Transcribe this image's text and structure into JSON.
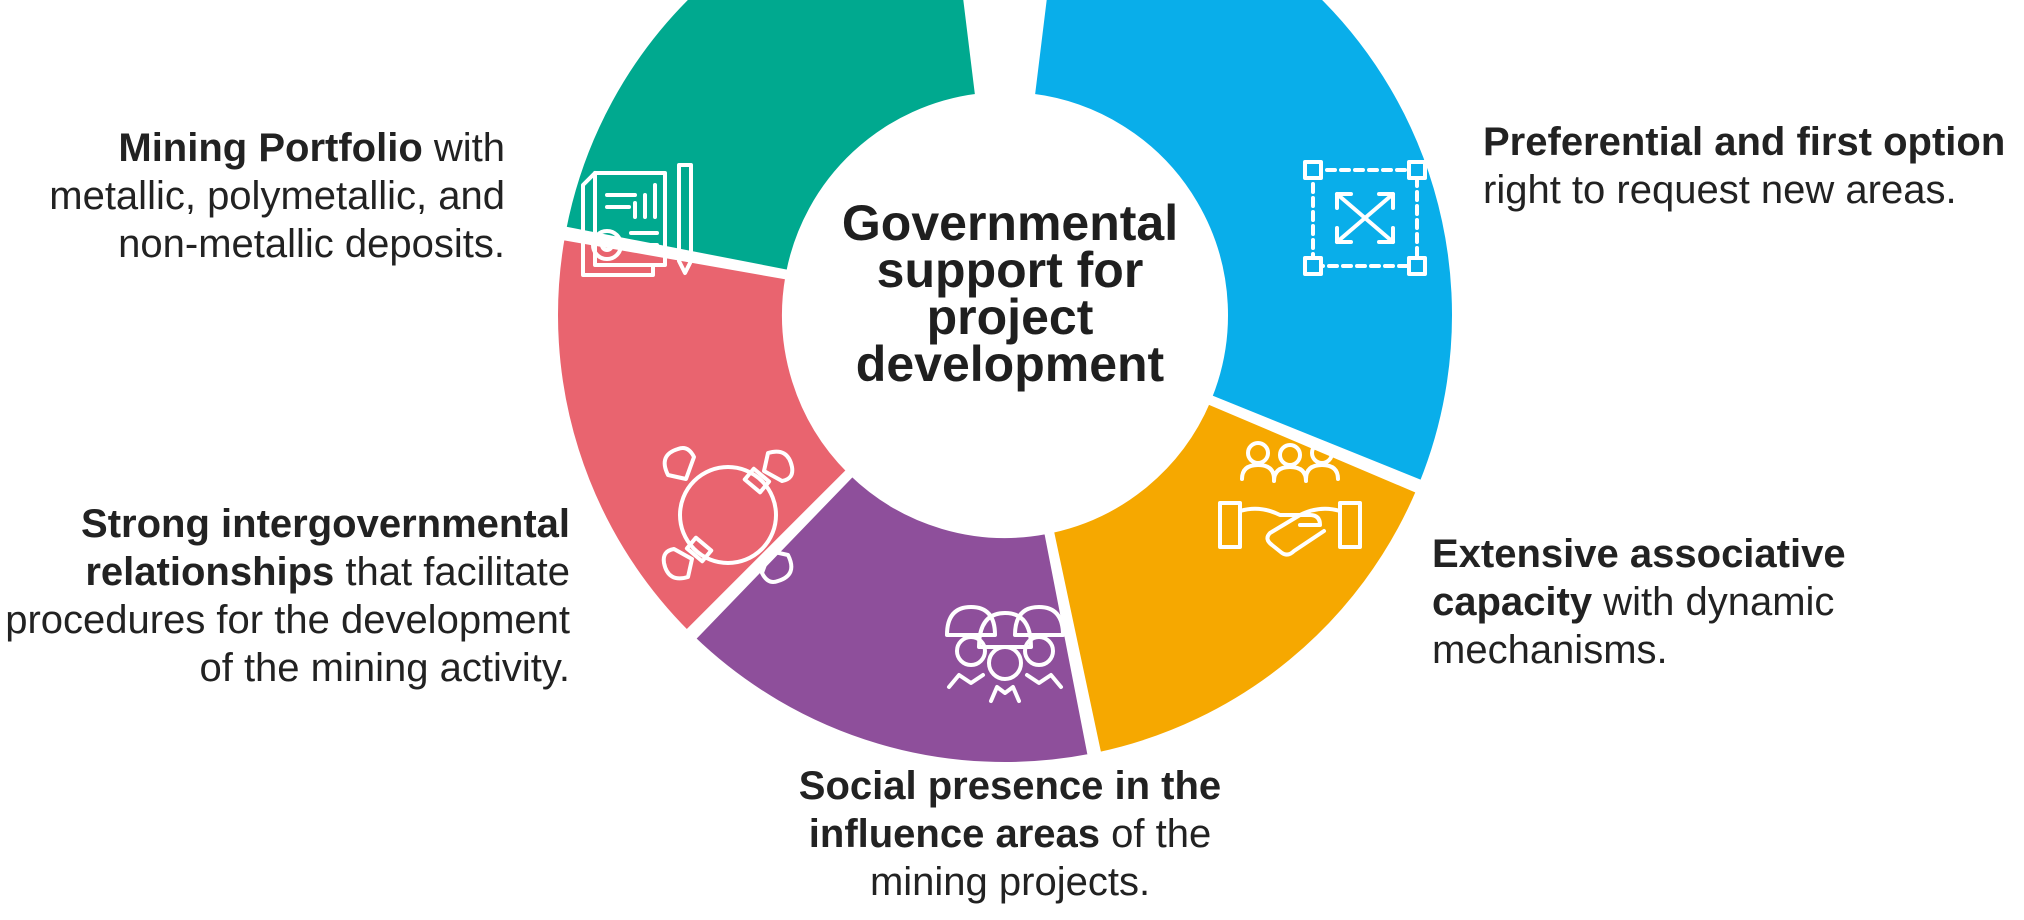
{
  "center_title": "Governmental\nsupport for\nproject\ndevelopment",
  "segments": [
    {
      "id": "mining",
      "color": "#00a98f",
      "icon": "document-chart-gear-icon",
      "bold": "Mining Portfolio",
      "rest": " with metallic, polymetallic, and non-metallic deposits."
    },
    {
      "id": "strong",
      "color": "#e9646f",
      "icon": "people-circle-collaboration-icon",
      "bold": "Strong intergovernmental relationships",
      "rest": " that facilitate procedures for the development of the mining activity."
    },
    {
      "id": "social",
      "color": "#8e4f9b",
      "icon": "miners-helmets-icon",
      "bold": "Social presence in the influence areas",
      "rest": " of the mining projects."
    },
    {
      "id": "ext",
      "color": "#f6a800",
      "icon": "handshake-people-icon",
      "bold": "Extensive associative capacity",
      "rest": " with dynamic mechanisms."
    },
    {
      "id": "pref",
      "color": "#09aeea",
      "icon": "expand-area-icon",
      "bold": "Preferential and first option",
      "rest": " right to request new areas."
    }
  ]
}
